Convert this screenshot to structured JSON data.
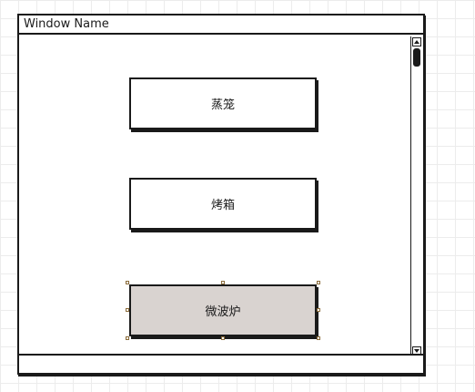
{
  "window": {
    "title": "Window Name"
  },
  "buttons": [
    {
      "label": "蒸笼",
      "selected": false
    },
    {
      "label": "烤箱",
      "selected": false
    },
    {
      "label": "微波炉",
      "selected": true
    }
  ],
  "colors": {
    "stroke": "#1a1a1a",
    "selected_fill": "#d9d3d0",
    "grid": "#ececec"
  }
}
